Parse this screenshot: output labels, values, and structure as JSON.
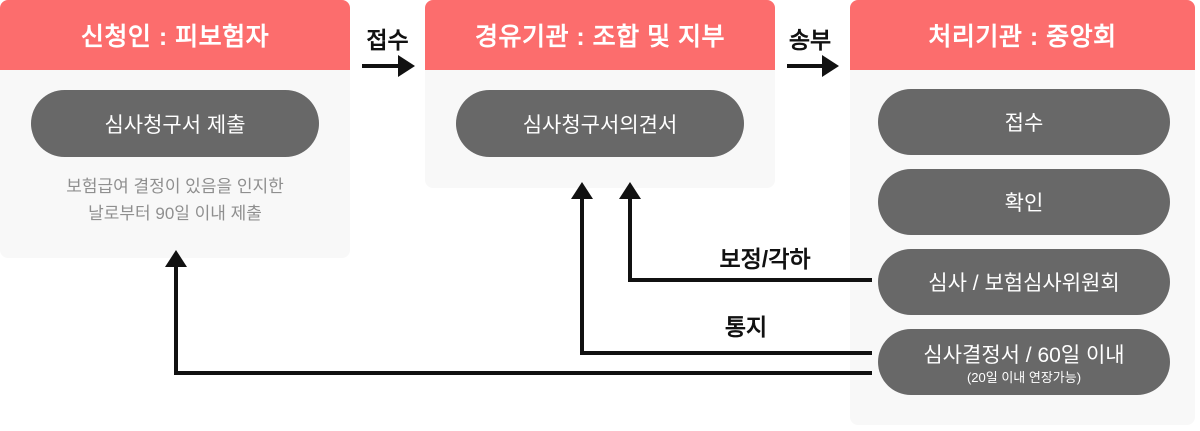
{
  "diagram_title": "insurance-claim-review-process-flow",
  "colors": {
    "header_red": "#fc6d6d",
    "pill_gray": "#686868",
    "card_bg": "#f8f8f8",
    "line_black": "#111111",
    "note_gray": "#8f8f8f",
    "header_text": "#ffffff"
  },
  "columns": [
    {
      "header": "신청인 : 피보험자",
      "pill": "심사청구서 제출",
      "note_line1": "보험급여 결정이 있음을 인지한",
      "note_line2": "날로부터 90일 이내 제출"
    },
    {
      "header": "경유기관 : 조합 및 지부",
      "pill": "심사청구서의견서"
    },
    {
      "header": "처리기관 : 중앙회",
      "pills": [
        "접수",
        "확인",
        "심사 / 보험심사위원회",
        "심사결정서 / 60일 이내"
      ],
      "pill4_sub": "(20일 이내 연장가능)"
    }
  ],
  "flow_labels": {
    "forward1": "접수",
    "forward2": "송부",
    "back1": "보정/각하",
    "back2": "통지"
  }
}
